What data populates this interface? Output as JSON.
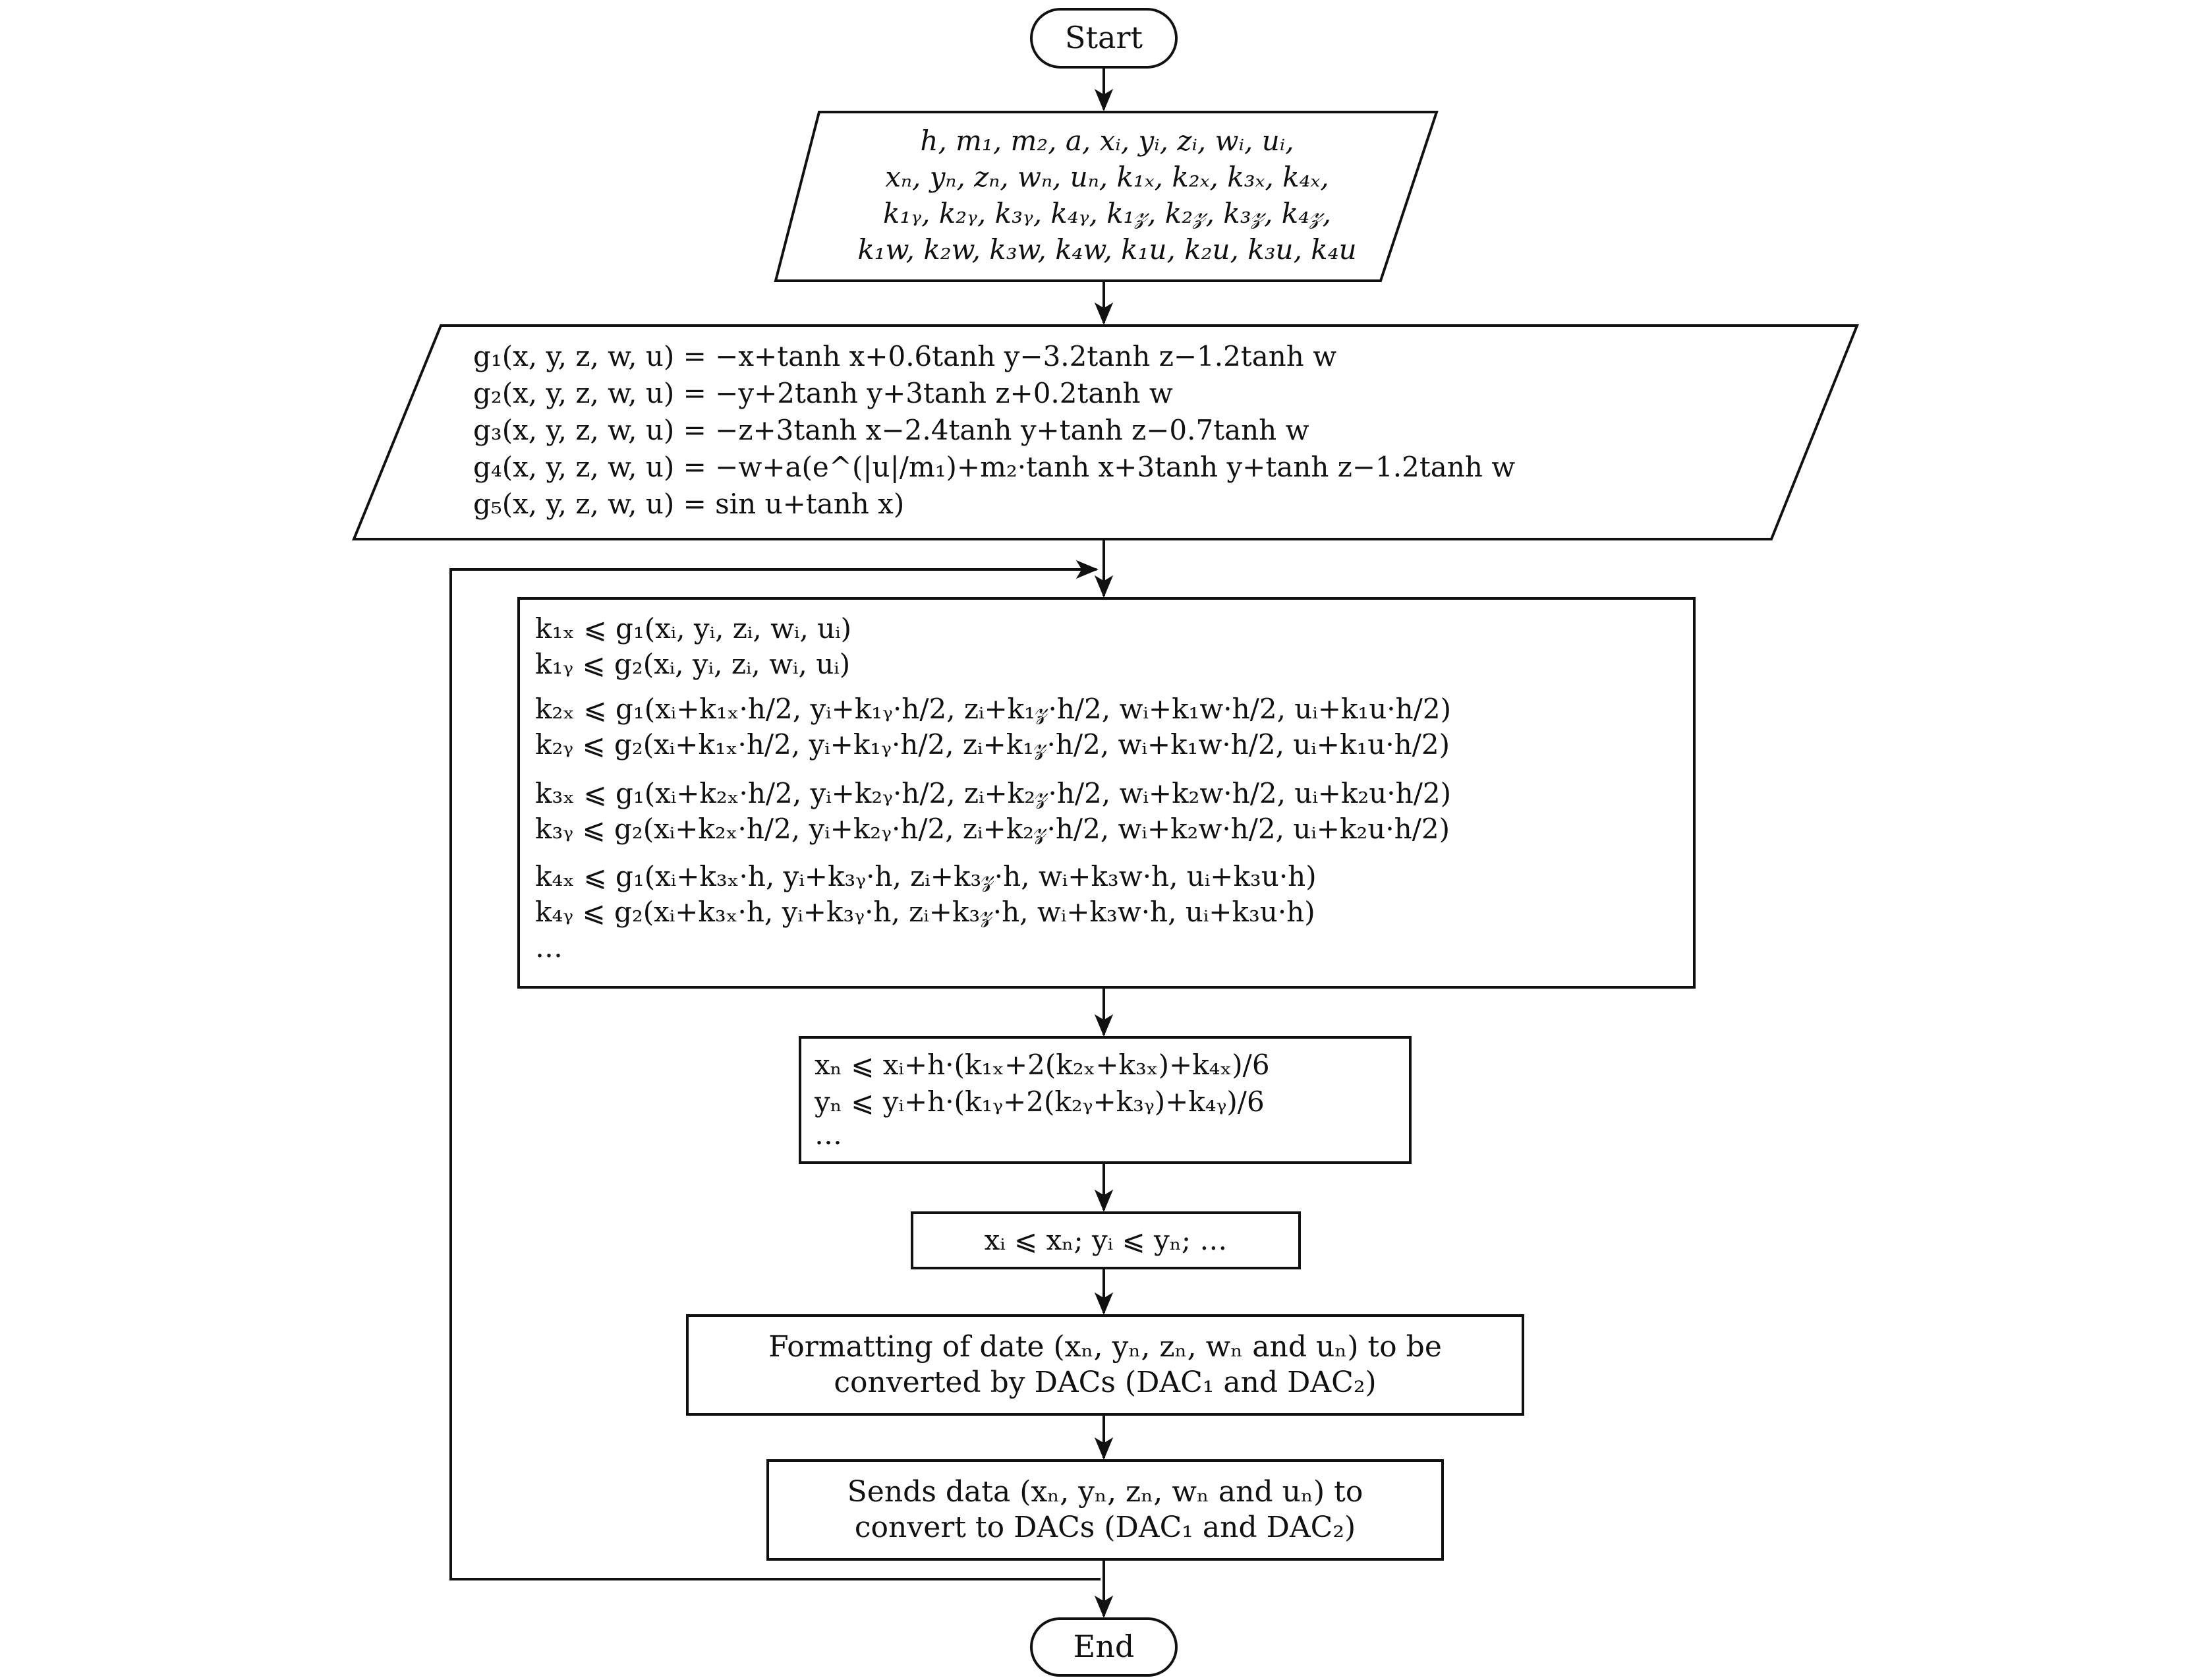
{
  "start": {
    "label": "Start"
  },
  "end": {
    "label": "End"
  },
  "params": {
    "lines": [
      "h, m₁, m₂, a, xᵢ, yᵢ, zᵢ, wᵢ, uᵢ,",
      "xₙ, yₙ, zₙ, wₙ, uₙ, k₁ₓ, k₂ₓ, k₃ₓ, k₄ₓ,",
      "k₁ᵧ, k₂ᵧ, k₃ᵧ, k₄ᵧ, k₁𝓏, k₂𝓏, k₃𝓏, k₄𝓏,",
      "k₁w, k₂w, k₃w, k₄w, k₁u, k₂u, k₃u, k₄u"
    ]
  },
  "equations": {
    "lines": [
      "g₁(x, y, z, w, u) = −x+tanh x+0.6tanh y−3.2tanh z−1.2tanh w",
      "g₂(x, y, z, w, u) = −y+2tanh y+3tanh z+0.2tanh w",
      "g₃(x, y, z, w, u) = −z+3tanh x−2.4tanh y+tanh z−0.7tanh w",
      "g₄(x, y, z, w, u) = −w+a(e^(|u|/m₁)+m₂·tanh x+3tanh y+tanh z−1.2tanh w",
      "g₅(x, y, z, w, u) = sin u+tanh x)"
    ]
  },
  "rk_stages": {
    "lines": [
      "k₁ₓ ⩽ g₁(xᵢ, yᵢ, zᵢ, wᵢ, uᵢ)",
      "k₁ᵧ ⩽ g₂(xᵢ, yᵢ, zᵢ, wᵢ, uᵢ)",
      "k₂ₓ ⩽ g₁(xᵢ+k₁ₓ·h/2, yᵢ+k₁ᵧ·h/2, zᵢ+k₁𝓏·h/2, wᵢ+k₁w·h/2, uᵢ+k₁u·h/2)",
      "k₂ᵧ ⩽ g₂(xᵢ+k₁ₓ·h/2, yᵢ+k₁ᵧ·h/2, zᵢ+k₁𝓏·h/2, wᵢ+k₁w·h/2, uᵢ+k₁u·h/2)",
      "k₃ₓ ⩽ g₁(xᵢ+k₂ₓ·h/2, yᵢ+k₂ᵧ·h/2, zᵢ+k₂𝓏·h/2, wᵢ+k₂w·h/2, uᵢ+k₂u·h/2)",
      "k₃ᵧ ⩽ g₂(xᵢ+k₂ₓ·h/2, yᵢ+k₂ᵧ·h/2, zᵢ+k₂𝓏·h/2, wᵢ+k₂w·h/2, uᵢ+k₂u·h/2)",
      "k₄ₓ ⩽ g₁(xᵢ+k₃ₓ·h, yᵢ+k₃ᵧ·h, zᵢ+k₃𝓏·h, wᵢ+k₃w·h, uᵢ+k₃u·h)",
      "k₄ᵧ ⩽ g₂(xᵢ+k₃ₓ·h, yᵢ+k₃ᵧ·h, zᵢ+k₃𝓏·h, wᵢ+k₃w·h, uᵢ+k₃u·h)",
      "…"
    ]
  },
  "update": {
    "lines": [
      "xₙ ⩽ xᵢ+h·(k₁ₓ+2(k₂ₓ+k₃ₓ)+k₄ₓ)/6",
      "yₙ ⩽ yᵢ+h·(k₁ᵧ+2(k₂ᵧ+k₃ᵧ)+k₄ᵧ)/6",
      "…"
    ]
  },
  "assign": {
    "label": "xᵢ ⩽ xₙ; yᵢ ⩽ yₙ; …"
  },
  "format": {
    "lines": [
      "Formatting of date (xₙ, yₙ, zₙ, wₙ and uₙ) to be",
      "converted by DACs (DAC₁ and DAC₂)"
    ]
  },
  "send": {
    "lines": [
      "Sends data (xₙ, yₙ, zₙ, wₙ and uₙ) to",
      "convert to DACs (DAC₁ and DAC₂)"
    ]
  }
}
